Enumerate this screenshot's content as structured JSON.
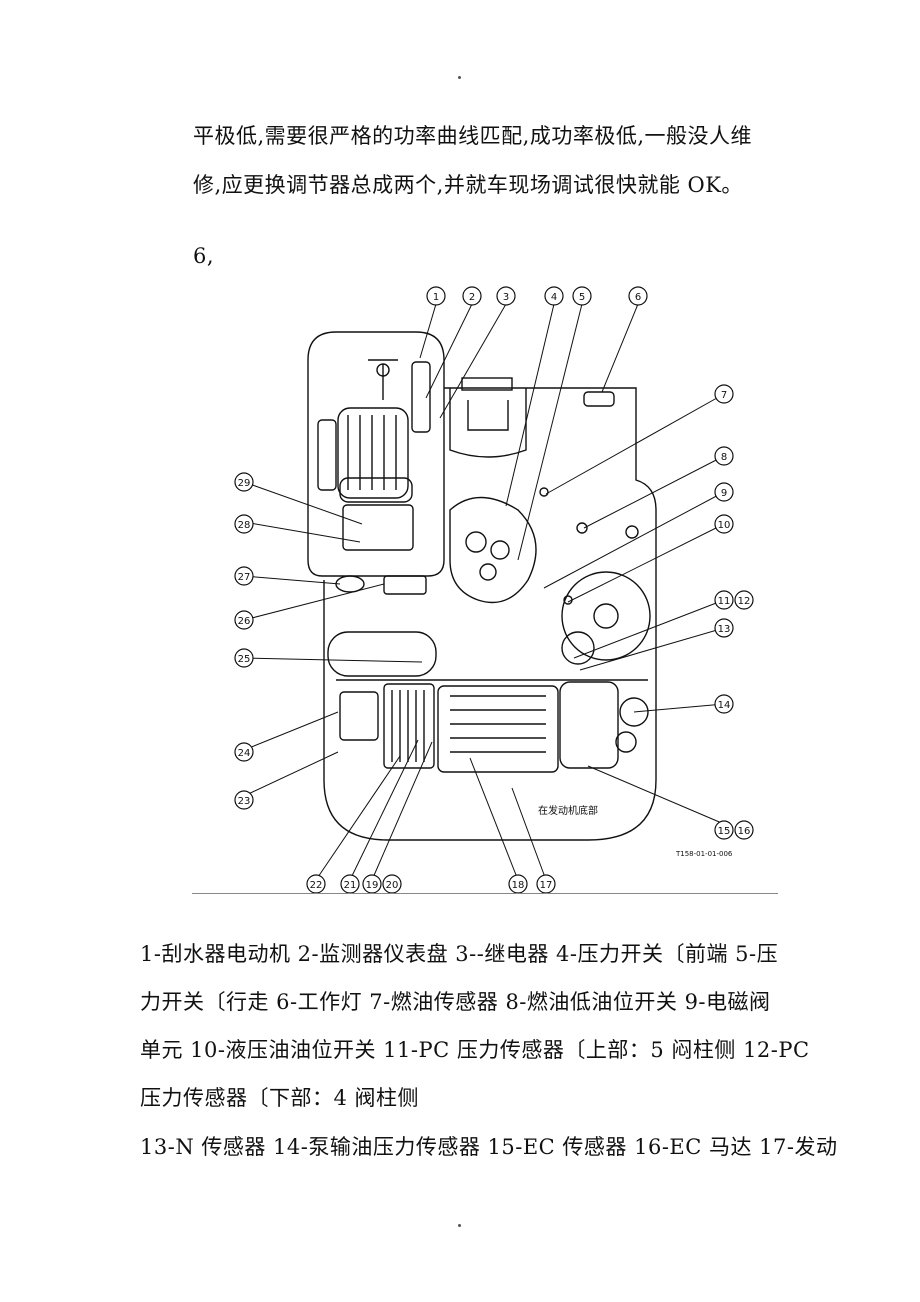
{
  "page": {
    "top_dot": ".",
    "bottom_dot": "."
  },
  "intro": {
    "line1": "平极低,需要很严格的功率曲线匹配,成功率极低,一般没人维",
    "line2": "修,应更换调节器总成两个,并就车现场调试很快就能 OK。",
    "item_number": "6,"
  },
  "figure": {
    "callouts": [
      "1",
      "2",
      "3",
      "4",
      "5",
      "6",
      "7",
      "8",
      "9",
      "10",
      "11",
      "12",
      "13",
      "14",
      "15",
      "16",
      "17",
      "18",
      "19",
      "20",
      "21",
      "22",
      "23",
      "24",
      "25",
      "26",
      "27",
      "28",
      "29"
    ],
    "bottom_text": "在发动机底部",
    "figure_code": "T158-01-01-006"
  },
  "legend": {
    "line1": "1-刮水器电动机 2-监测器仪表盘 3--继电器 4-压力开关〔前端 5-压",
    "line2": "力开关〔行走 6-工作灯 7-燃油传感器 8-燃油低油位开关 9-电磁阀",
    "line3": "单元 10-液压油油位开关 11-PC 压力传感器〔上部：5 闷柱侧 12-PC",
    "line4": "压力传感器〔下部：4 阀柱侧",
    "line5": "13-N 传感器 14-泵输油压力传感器 15-EC 传感器 16-EC 马达 17-发动"
  }
}
